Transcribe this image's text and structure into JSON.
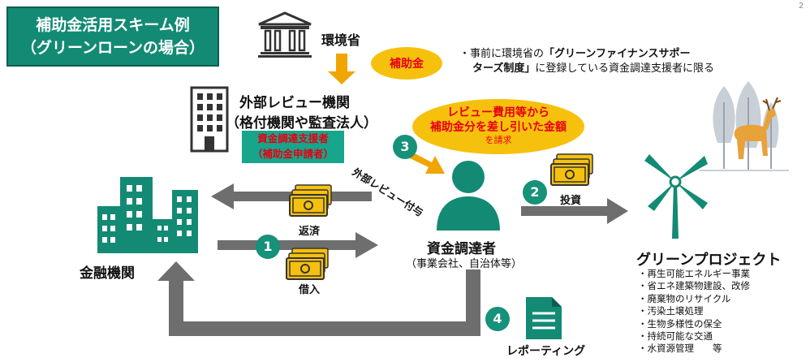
{
  "title": {
    "line1": "補助金活用スキーム例",
    "line2": "（グリーンローンの場合）"
  },
  "ministry": {
    "label": "環境省"
  },
  "subsidy": {
    "label": "補助金"
  },
  "note": {
    "line1_prefix": "・事前に環境省の",
    "line1_bold": "「グリーンファイナンスサポー",
    "line2_bold": "ターズ制度」",
    "line2_suffix": "に登録している資金調達支援者に限る"
  },
  "reviewer": {
    "line1": "外部レビュー機関",
    "line2": "（格付機関や監査法人）",
    "badge_line1": "資金調達支援者",
    "badge_line2": "（補助金申請者）"
  },
  "cost_bubble": {
    "line1": "レビュー費用等から",
    "line2": "補助金分を差し引いた金額",
    "line3": "を請求"
  },
  "external_review": {
    "label": "外部レビュー付与"
  },
  "steps": {
    "s1": "1",
    "s2": "2",
    "s3": "3",
    "s4": "4"
  },
  "bank": {
    "label": "金融機関"
  },
  "repayment": {
    "label": "返済"
  },
  "loan": {
    "label": "借入"
  },
  "raiser": {
    "label": "資金調達者",
    "sub": "（事業会社、自治体等）"
  },
  "investment": {
    "label": "投資"
  },
  "project": {
    "title": "グリーンプロジェクト",
    "items": [
      "・再生可能エネルギー事業",
      "・省エネ建築物建設、改修",
      "・廃棄物のリサイクル",
      "・汚染土壌処理",
      "・生物多様性の保全",
      "・持続可能な交通",
      "・水資源管理　　等"
    ]
  },
  "reporting": {
    "label": "レポーティング"
  },
  "page_number": "2",
  "colors": {
    "teal": "#138a74",
    "yellow": "#f6c10d",
    "gray": "#6e6e6e",
    "red": "#e60012"
  }
}
